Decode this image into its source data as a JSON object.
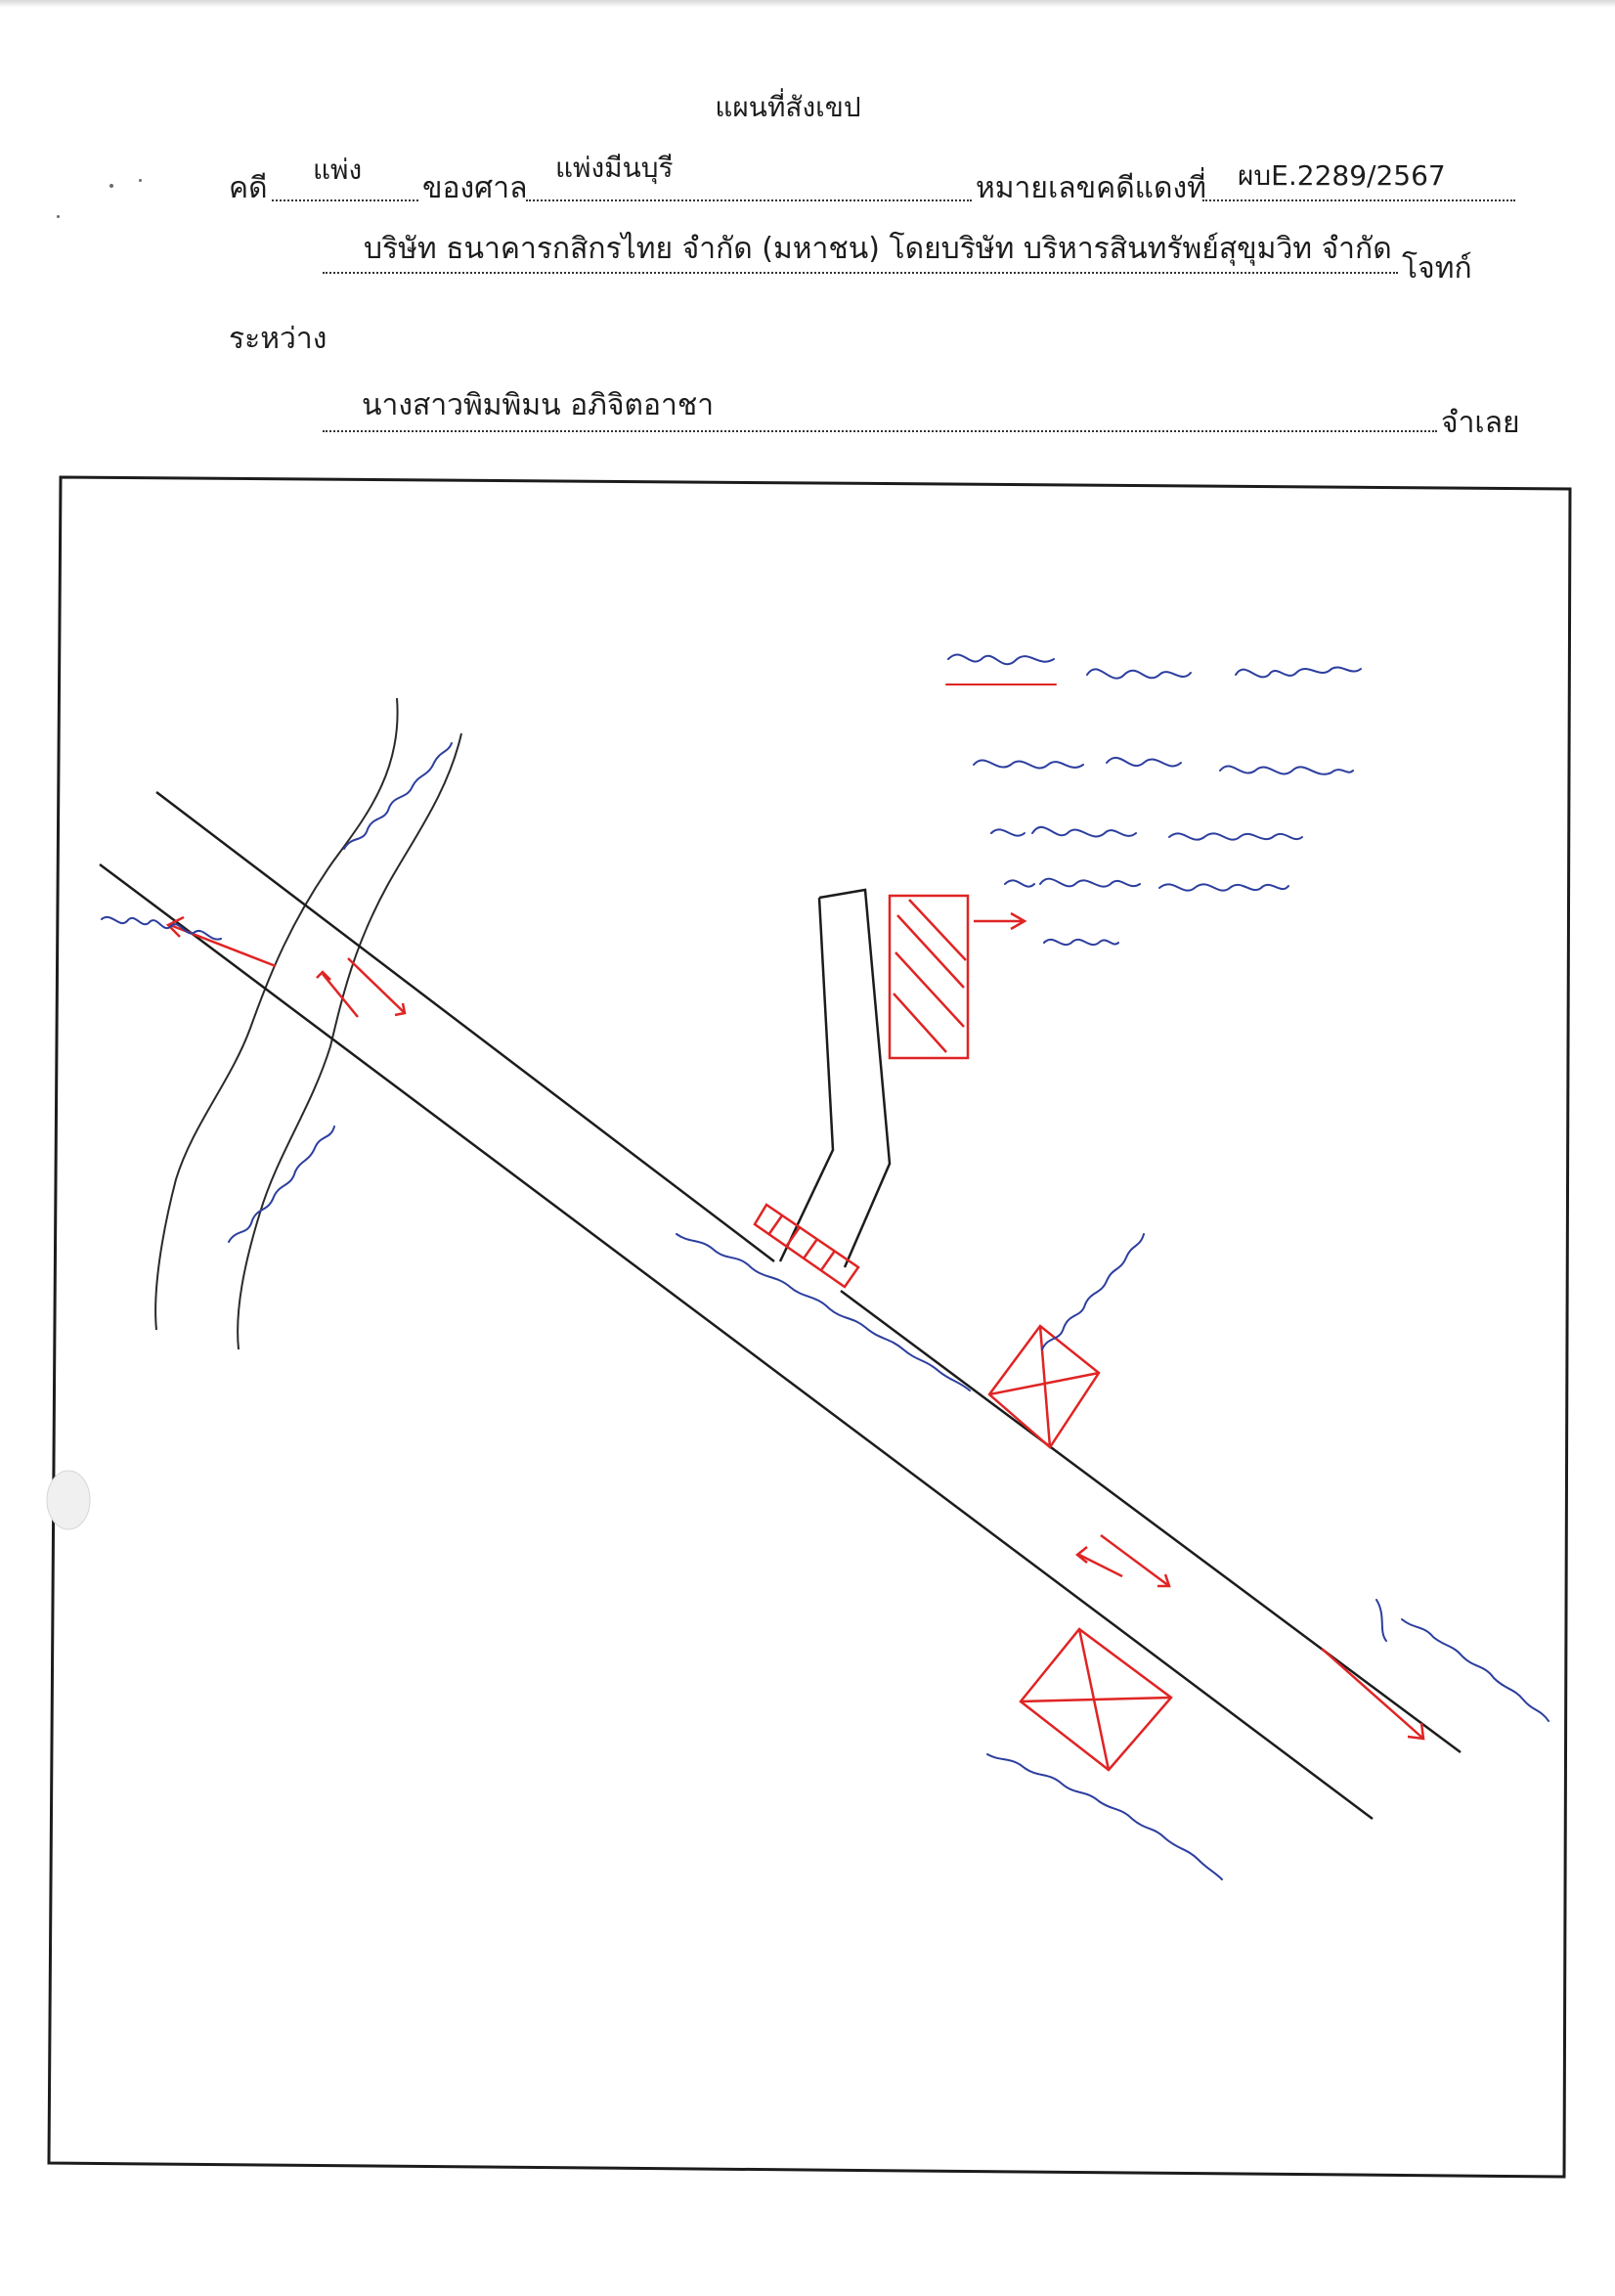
{
  "header": {
    "title": "แผนที่สังเขป",
    "case_label": "คดี",
    "case_type": "แพ่ง",
    "court_label": "ของศาล",
    "court_name": "แพ่งมีนบุรี",
    "case_no_label": "หมายเลขคดีแดงที่",
    "case_no": "ผบE.2289/2567"
  },
  "parties": {
    "plaintiff": "บริษัท ธนาคารกสิกรไทย จำกัด (มหาชน) โดยบริษัท บริหารสินทรัพย์สุขุมวิท จำกัด",
    "plaintiff_label": "โจทก์",
    "between_label": "ระหว่าง",
    "defendant": "นางสาวพิมพิมน  อภิจิตอาชา",
    "defendant_label": "จำเลย"
  },
  "colors": {
    "ink": "#1c1c1c",
    "red_ink": "#e02424",
    "blue_ink": "#2c3e9e"
  }
}
